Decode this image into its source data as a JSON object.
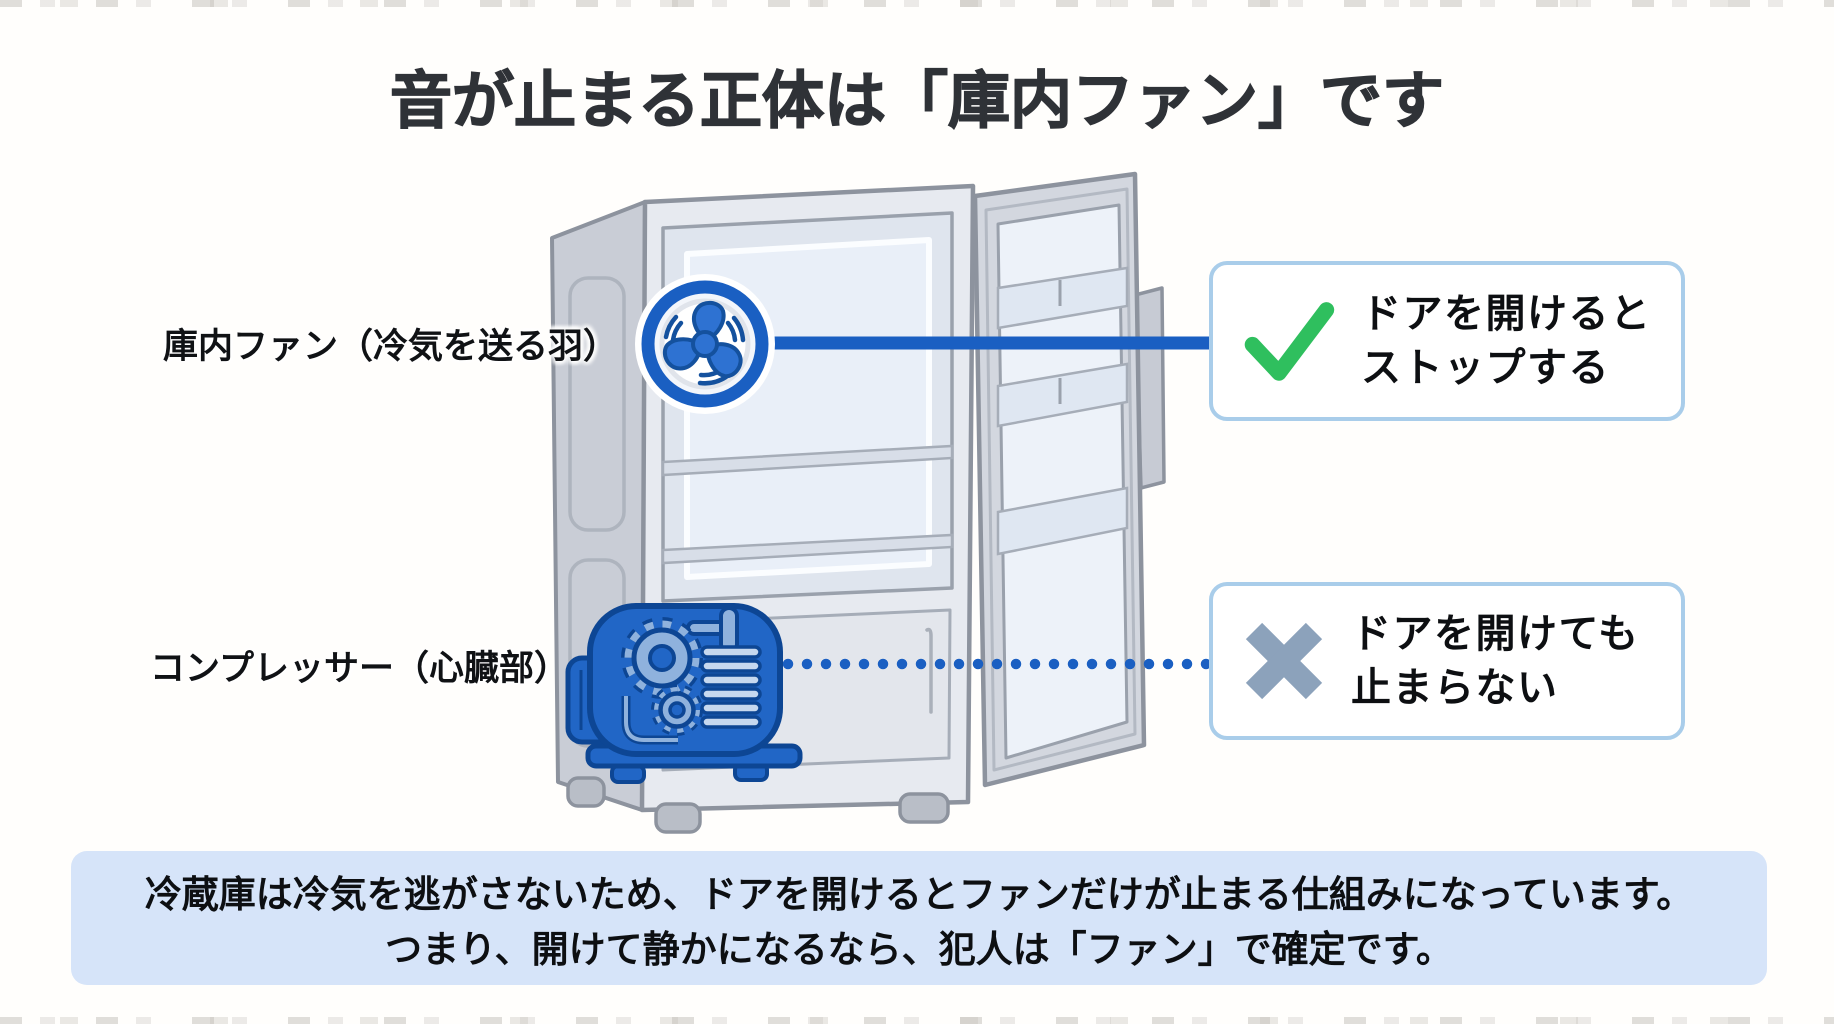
{
  "title": "音が止まる正体は「庫内ファン」です",
  "diagram": {
    "fan_label": "庫内ファン（冷気を送る羽）",
    "compressor_label": "コンプレッサー（心臓部）"
  },
  "callouts": {
    "fan": {
      "icon": "check-icon",
      "line1": "ドアを開けると",
      "line2": "ストップする"
    },
    "compressor": {
      "icon": "x-icon",
      "line1": "ドアを開けても",
      "line2": "止まらない"
    }
  },
  "footer": {
    "line1": "冷蔵庫は冷気を逃がさないため、ドアを開けるとファンだけが止まる仕組みになっています。",
    "line2": "つまり、開けて静かになるなら、犯人は「ファン」で確定です。"
  },
  "colors": {
    "accent_blue": "#1a5fc2",
    "compressor_blue": "#2166c6",
    "check_green": "#2fbf5e",
    "x_gray": "#8ca2bb",
    "callout_border": "#a9cdea",
    "footer_bg": "#d6e4f9",
    "title_color": "#2f3237",
    "text_black": "#0d0f12"
  }
}
